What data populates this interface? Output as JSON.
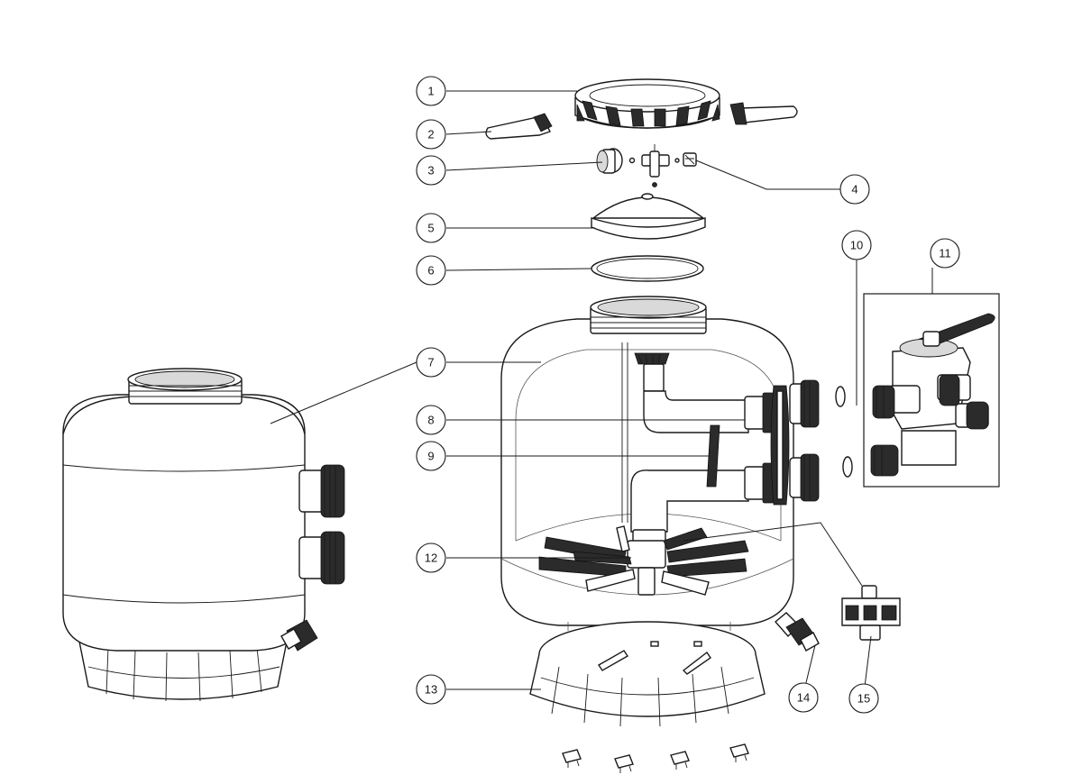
{
  "callouts": [
    {
      "id": "1",
      "label": "1"
    },
    {
      "id": "2",
      "label": "2"
    },
    {
      "id": "3",
      "label": "3"
    },
    {
      "id": "4",
      "label": "4"
    },
    {
      "id": "5",
      "label": "5"
    },
    {
      "id": "6",
      "label": "6"
    },
    {
      "id": "7",
      "label": "7"
    },
    {
      "id": "8",
      "label": "8"
    },
    {
      "id": "9",
      "label": "9"
    },
    {
      "id": "10",
      "label": "10"
    },
    {
      "id": "11",
      "label": "11"
    },
    {
      "id": "12",
      "label": "12"
    },
    {
      "id": "13",
      "label": "13"
    },
    {
      "id": "14",
      "label": "14"
    },
    {
      "id": "15",
      "label": "15"
    }
  ],
  "colors": {
    "line": "#1a1a1a",
    "background": "#ffffff",
    "shade": "#2b2b2b"
  }
}
